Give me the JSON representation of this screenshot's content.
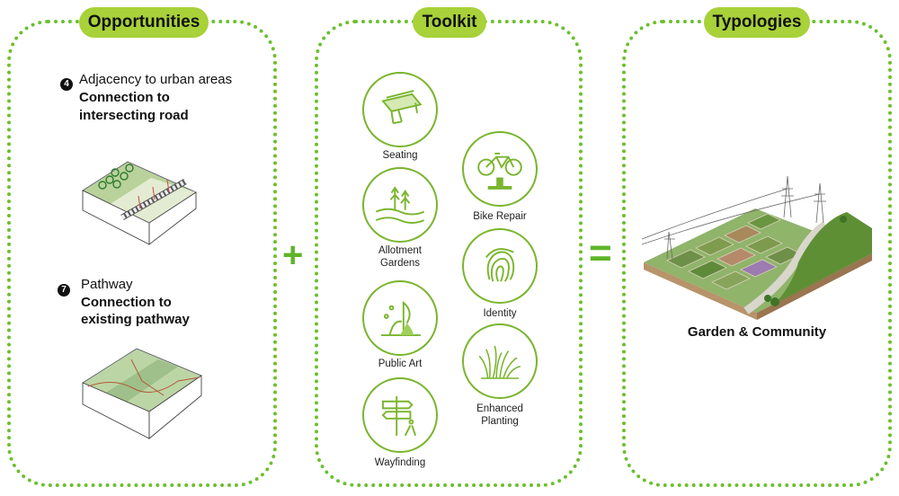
{
  "colors": {
    "accent_dots": "#6cbf2e",
    "pill_bg": "#a8d13a",
    "icon_green": "#79b52d",
    "operator": "#5fb42a"
  },
  "sections": {
    "opportunities": {
      "title": "Opportunities",
      "items": [
        {
          "number": "4",
          "line1": "Adjacency to urban areas",
          "line2": "Connection to",
          "line3": "intersecting road"
        },
        {
          "number": "7",
          "line1": "Pathway",
          "line2": "Connection to",
          "line3": "existing pathway"
        }
      ]
    },
    "toolkit": {
      "title": "Toolkit",
      "tools": [
        {
          "label": "Seating",
          "icon": "bench-icon"
        },
        {
          "label": "Allotment",
          "label2": "Gardens",
          "icon": "garden-icon"
        },
        {
          "label": "Public Art",
          "icon": "art-icon"
        },
        {
          "label": "Wayfinding",
          "icon": "signpost-icon"
        },
        {
          "label": "Bike Repair",
          "icon": "bicycle-icon"
        },
        {
          "label": "Identity",
          "icon": "fingerprint-icon"
        },
        {
          "label": "Enhanced",
          "label2": "Planting",
          "icon": "plants-icon"
        }
      ]
    },
    "typologies": {
      "title": "Typologies",
      "caption": "Garden & Community"
    }
  },
  "operators": {
    "plus": "+",
    "equals": "="
  }
}
